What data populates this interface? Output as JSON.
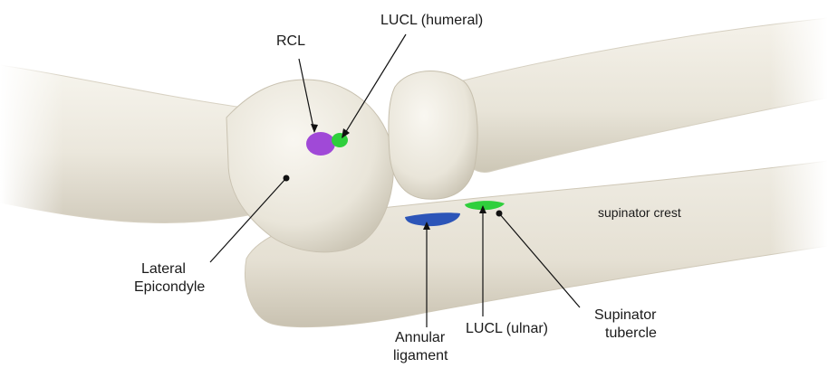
{
  "labels": {
    "rcl": "RCL",
    "lucl_humeral": "LUCL (humeral)",
    "lateral_epicondyle_1": "Lateral",
    "lateral_epicondyle_2": "Epicondyle",
    "annular_ligament_1": "Annular",
    "annular_ligament_2": "ligament",
    "lucl_ulnar": "LUCL (ulnar)",
    "supinator_tubercle_1": "Supinator",
    "supinator_tubercle_2": "tubercle",
    "supinator_crest": "supinator crest"
  },
  "colors": {
    "rcl": "#9b3fd6",
    "lucl": "#2fcf3c",
    "annular": "#2c55b8",
    "bone": "#ebe7dc",
    "bone_shadow": "#cfc9b9",
    "leader": "#111111"
  }
}
